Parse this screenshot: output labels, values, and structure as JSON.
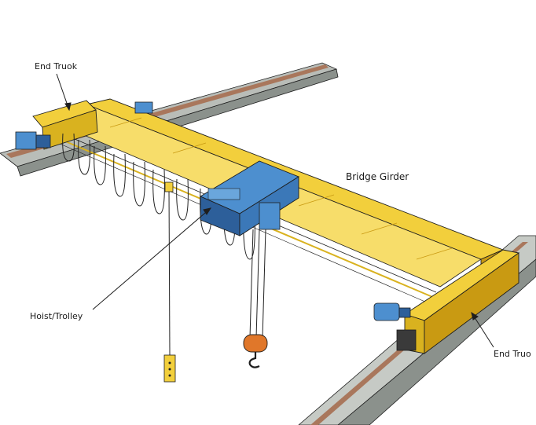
{
  "labels": {
    "end_truck_left": "End Truok",
    "bridge_girder": "Bridge Girder",
    "hoist_trolley": "Hoist/Trolley",
    "end_truck_right": "End Truo"
  },
  "colors": {
    "girder": "#f2cf3c",
    "girder_dark": "#d9b21f",
    "girder_side": "#c99a12",
    "rail": "#b9bdb8",
    "rail_dark": "#7f8580",
    "rail_copper": "#a9775c",
    "trolley": "#4d8fcf",
    "trolley_dark": "#2d5f9a",
    "hook": "#e0772a",
    "outline": "#1e1e1e",
    "cable": "#222222"
  }
}
